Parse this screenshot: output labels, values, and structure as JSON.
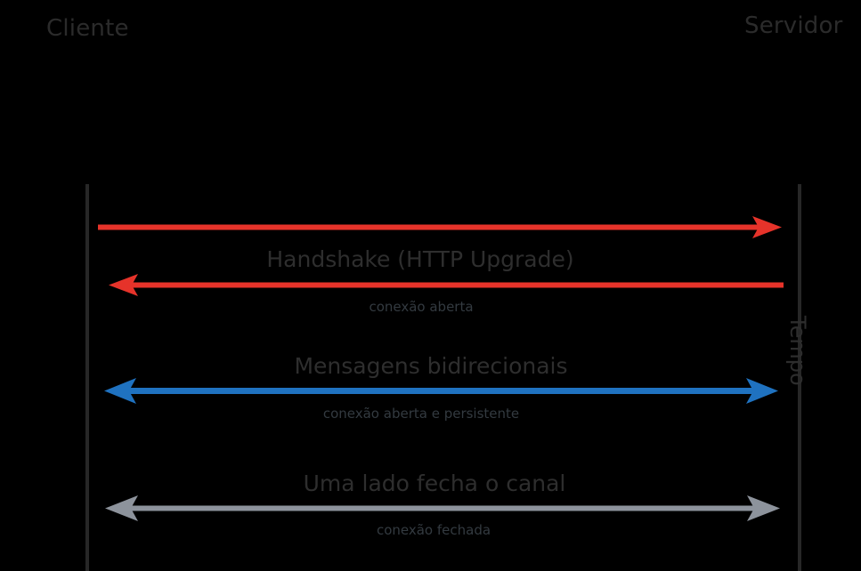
{
  "diagram": {
    "background_color": "#000000",
    "actors": [
      {
        "id": "client",
        "label": "Cliente"
      },
      {
        "id": "server",
        "label": "Servidor"
      }
    ],
    "axis": {
      "label": "Tempo",
      "orientation": "vertical-downwards"
    },
    "colors": {
      "red": "#e6332a",
      "blue": "#1f72c0",
      "gray": "#8d939c",
      "lifeline": "#272727",
      "title_text": "#2e2e2e",
      "sub_text": "#333a40",
      "actor_text": "#2b2b2b"
    },
    "steps": [
      {
        "id": "handshake",
        "title": "Handshake (HTTP Upgrade)",
        "subtitle": "conexão aberta",
        "arrows": [
          {
            "id": "handshake-request",
            "color": "#e6332a",
            "direction": "client-to-server",
            "head": "end"
          },
          {
            "id": "handshake-response",
            "color": "#e6332a",
            "direction": "server-to-client",
            "head": "start"
          }
        ]
      },
      {
        "id": "messages",
        "title": "Mensagens bidirecionais",
        "subtitle": "conexão aberta e persistente",
        "arrows": [
          {
            "id": "bidirectional-messages",
            "color": "#1f72c0",
            "direction": "bidirectional",
            "head": "both"
          }
        ]
      },
      {
        "id": "close",
        "title": "Uma lado fecha o canal",
        "subtitle": "conexão fechada",
        "arrows": [
          {
            "id": "close-channel",
            "color": "#8d939c",
            "direction": "bidirectional",
            "head": "both"
          }
        ]
      }
    ]
  }
}
